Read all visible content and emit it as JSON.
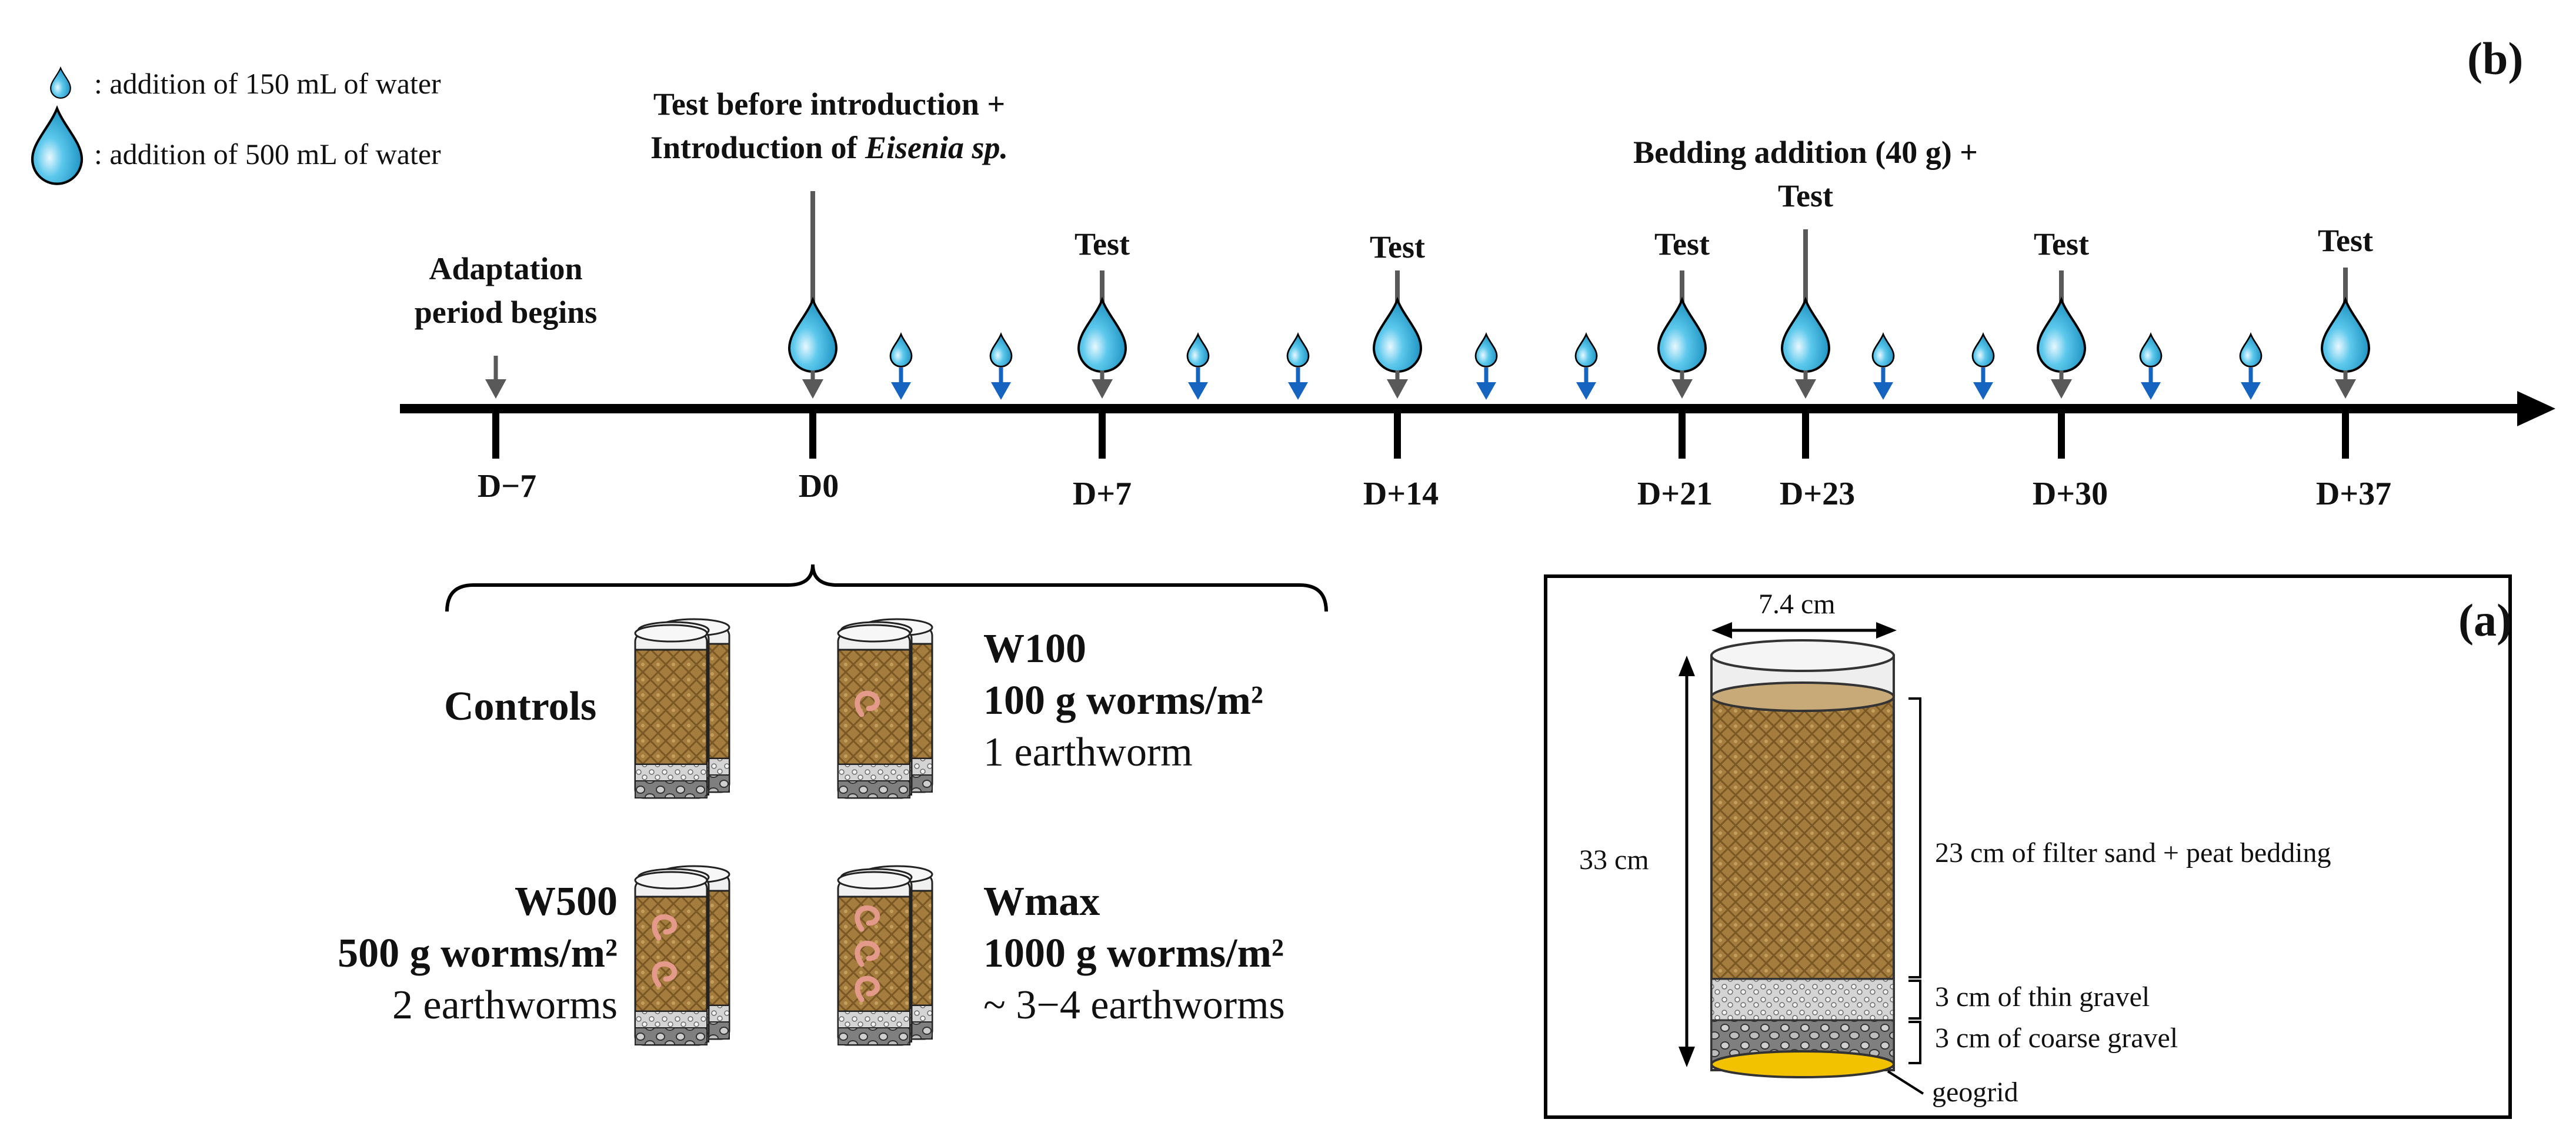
{
  "legend": {
    "small_drop": ": addition of 150 mL of water",
    "large_drop": ": addition of 500 mL of water"
  },
  "panel_b_tag": "(b)",
  "panel_a_tag": "(a)",
  "timeline": {
    "days": [
      "D−7",
      "D0",
      "D+7",
      "D+14",
      "D+21",
      "D+23",
      "D+30",
      "D+37"
    ],
    "events": {
      "adaptation": "Adaptation\nperiod begins",
      "introduction_line1": "Test before introduction +",
      "introduction_line2_prefix": "Introduction of ",
      "introduction_line2_species": "Eisenia sp.",
      "test": "Test",
      "bedding": "Bedding addition (40 g) +\nTest"
    }
  },
  "groups": {
    "controls": {
      "name": "Controls"
    },
    "w100": {
      "name": "W100",
      "dose": "100 g worms/m²",
      "count": "1 earthworm"
    },
    "w500": {
      "name": "W500",
      "dose": "500 g worms/m²",
      "count": "2 earthworms"
    },
    "wmax": {
      "name": "Wmax",
      "dose": "1000 g worms/m²",
      "count": "~ 3−4 earthworms"
    }
  },
  "column": {
    "width_label": "7.4 cm",
    "height_label": "33 cm",
    "layers": {
      "sand": "23 cm of filter sand + peat bedding",
      "thin_gravel": "3 cm of thin gravel",
      "coarse_gravel": "3 cm of coarse gravel",
      "geogrid": "geogrid"
    }
  },
  "colors": {
    "drop": "#1ba8d6",
    "arrow_small": "#1565c0",
    "arrow_large": "#595959",
    "sand": "#a07a3c",
    "geogrid": "#f2c200",
    "worm": "#d98a7a"
  }
}
